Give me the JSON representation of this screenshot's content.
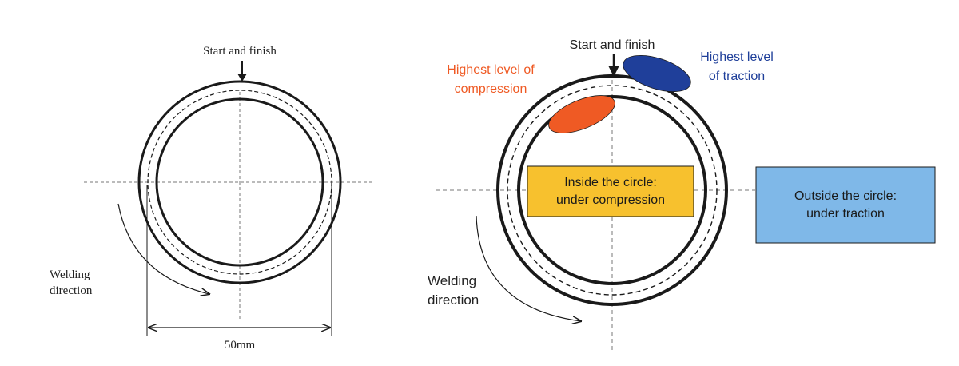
{
  "left_diagram": {
    "start_label": "Start and finish",
    "welding_direction": [
      "Welding",
      "direction"
    ],
    "dimension_label": "50mm"
  },
  "right_diagram": {
    "start_label": "Start and finish",
    "compression_peak": [
      "Highest level of",
      "compression"
    ],
    "traction_peak": [
      "Highest level",
      "of traction"
    ],
    "inside_box": "Inside the circle:\nunder compression",
    "outside_box": "Outside the circle:\nunder traction",
    "welding_direction": [
      "Welding",
      "direction"
    ]
  },
  "colors": {
    "compression": "#ef5a24",
    "traction": "#1f3f9a",
    "inside_box_fill": "#f7c12e",
    "outside_box_fill": "#7fb8e8",
    "line": "#1a1a1a"
  }
}
